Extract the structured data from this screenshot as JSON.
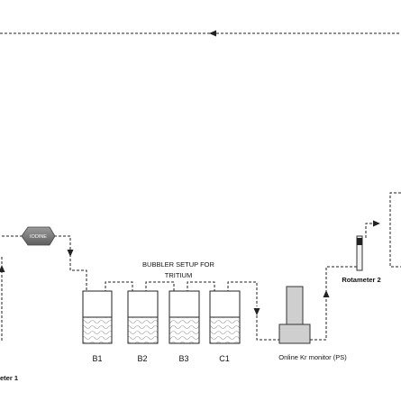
{
  "title_lines": [
    "BUBBLER SETUP FOR",
    "TRITIUM"
  ],
  "bubblers": [
    {
      "label": "B1"
    },
    {
      "label": "B2"
    },
    {
      "label": "B3"
    },
    {
      "label": "C1"
    }
  ],
  "iodine_label": "IODINE",
  "kr_monitor_label": "Online Kr monitor (PS)",
  "rotameter2_label": "Rotameter 2",
  "rotameter1_label": "eter 1"
}
